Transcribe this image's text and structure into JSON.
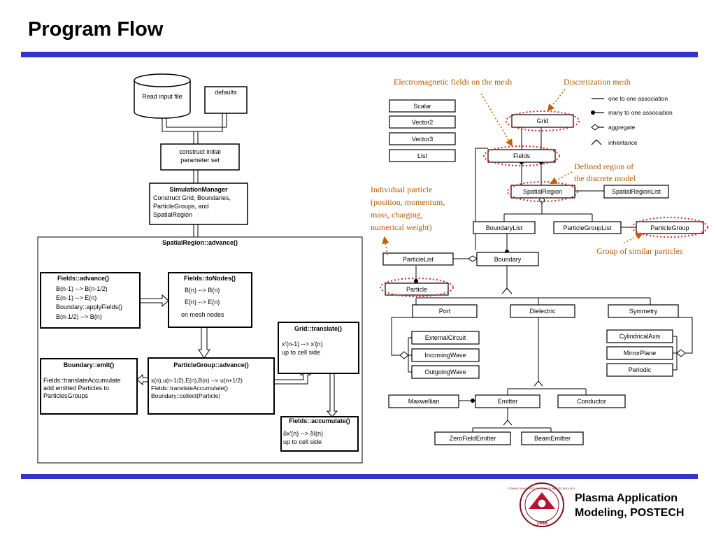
{
  "title": "Program Flow",
  "colors": {
    "accent_bar": "#3333cc",
    "annotation": "#c06000",
    "highlight": "#dd2222"
  },
  "flowchart": {
    "read_input": "Read input file",
    "defaults": "defaults",
    "construct": [
      "construct initial",
      "parameter set"
    ],
    "sim_manager": [
      "SimulationManager",
      "Construct Grid, Boundaries,",
      "ParticleGroups, and",
      "SpatialRegion"
    ],
    "advance_frame": "SpatialRegion::advance()",
    "fields_advance": [
      "Fields::advance()",
      "B(n-1) --> B(n-1/2)",
      "E(n-1) --> E(n)",
      "Boundary::applyFields()",
      "B(n-1/2) --> B(n)"
    ],
    "to_nodes": [
      "Fields::toNodes()",
      "B(n) --> B(n)",
      "E(n) --> E(n)",
      "on mesh nodes"
    ],
    "grid_translate": [
      "Grid::translate()",
      "x'(n-1) --> x'(n)",
      "up to cell side"
    ],
    "boundary_emit": [
      "Boundary::emit()",
      "Fields::translateAccumulate",
      "add emitted Particles to",
      "ParticlesGroups"
    ],
    "pg_advance": [
      "ParticleGroup::advance()",
      "x(n),u(n-1/2),E(n),B(n) --> u(n+1/2)",
      "Fields::translateAccumulate()",
      "Boundary::collect(Particle)"
    ],
    "fields_accumulate": [
      "Fields::accumulate()",
      "δx'(n) --> δI(n)",
      "up to cell side"
    ]
  },
  "class_diagram": {
    "utility_classes": [
      "Scalar",
      "Vector2",
      "Vector3",
      "List"
    ],
    "legend": [
      "one to one association",
      "many to one association",
      "aggregate",
      "inheritance"
    ],
    "classes": {
      "grid": "Grid",
      "fields": "Fields",
      "spatial_region": "SpatialRegion",
      "spatial_region_list": "SpatialRegionList",
      "boundary_list": "BoundaryList",
      "particle_group_list": "ParticleGroupList",
      "particle_group": "ParticleGroup",
      "particle_list": "ParticleList",
      "boundary": "Boundary",
      "particle": "Particle",
      "port": "Port",
      "dielectric": "Dielectric",
      "symmetry": "Symmetry",
      "external_circuit": "ExternalCircuit",
      "incoming_wave": "IncomingWave",
      "outgoing_wave": "OutgoingWave",
      "cylindrical_axis": "CylindricalAxis",
      "mirror_plane": "MirrorPlane",
      "periodic": "Periodic",
      "maxwellian": "Maxwellian",
      "emitter": "Emitter",
      "conductor": "Conductor",
      "zero_field_emitter": "ZeroFieldEmitter",
      "beam_emitter": "BeamEmitter"
    },
    "annotations": {
      "em_fields": "Electromagnetic fields on the mesh",
      "discretization": "Discretization mesh",
      "defined_region": [
        "Defined region of",
        "the discrete model"
      ],
      "individual_particle": [
        "Individual particle",
        "(position, momentum,",
        "mass, charging,",
        "numerical weight)"
      ],
      "group": "Group of similar particles"
    }
  },
  "footer": {
    "org_line1": "Plasma Application",
    "org_line2": "Modeling, POSTECH",
    "logo_text": "POHANG UNIVERSITY OF SCIENCE AND TECHNOLOGY",
    "logo_year": "1986"
  }
}
